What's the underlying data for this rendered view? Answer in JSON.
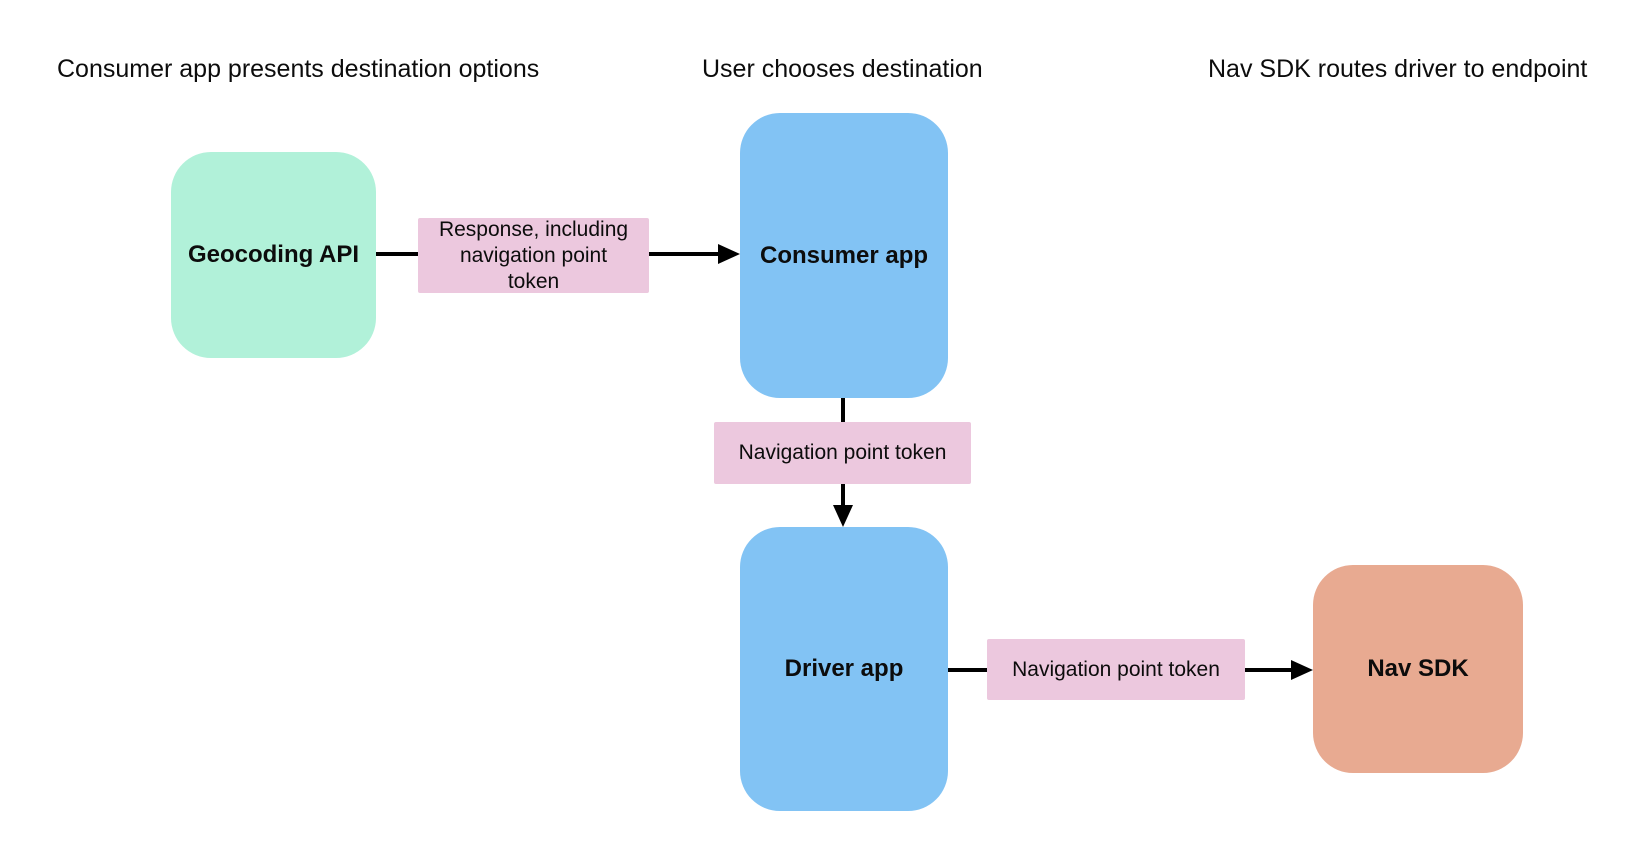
{
  "diagram": {
    "column_headers": [
      {
        "label": "Consumer app presents destination options"
      },
      {
        "label": "User chooses destination"
      },
      {
        "label": "Nav SDK routes driver to endpoint"
      }
    ],
    "nodes": {
      "geocoding_api": {
        "label": "Geocoding API",
        "fill": "#b1f1d9"
      },
      "consumer_app": {
        "label": "Consumer app",
        "fill": "#82c3f4"
      },
      "driver_app": {
        "label": "Driver app",
        "fill": "#82c3f4"
      },
      "nav_sdk": {
        "label": "Nav SDK",
        "fill": "#e8aa91"
      }
    },
    "edge_labels": {
      "response": {
        "label": "Response, including\nnavigation point\ntoken",
        "fill": "#ecc8de"
      },
      "token_mid": {
        "label": "Navigation point token",
        "fill": "#ecc8de"
      },
      "token_right": {
        "label": "Navigation point token",
        "fill": "#ecc8de"
      }
    },
    "colors": {
      "arrow": "#000000",
      "text": "#0c0c0c",
      "background": "#ffffff"
    }
  }
}
